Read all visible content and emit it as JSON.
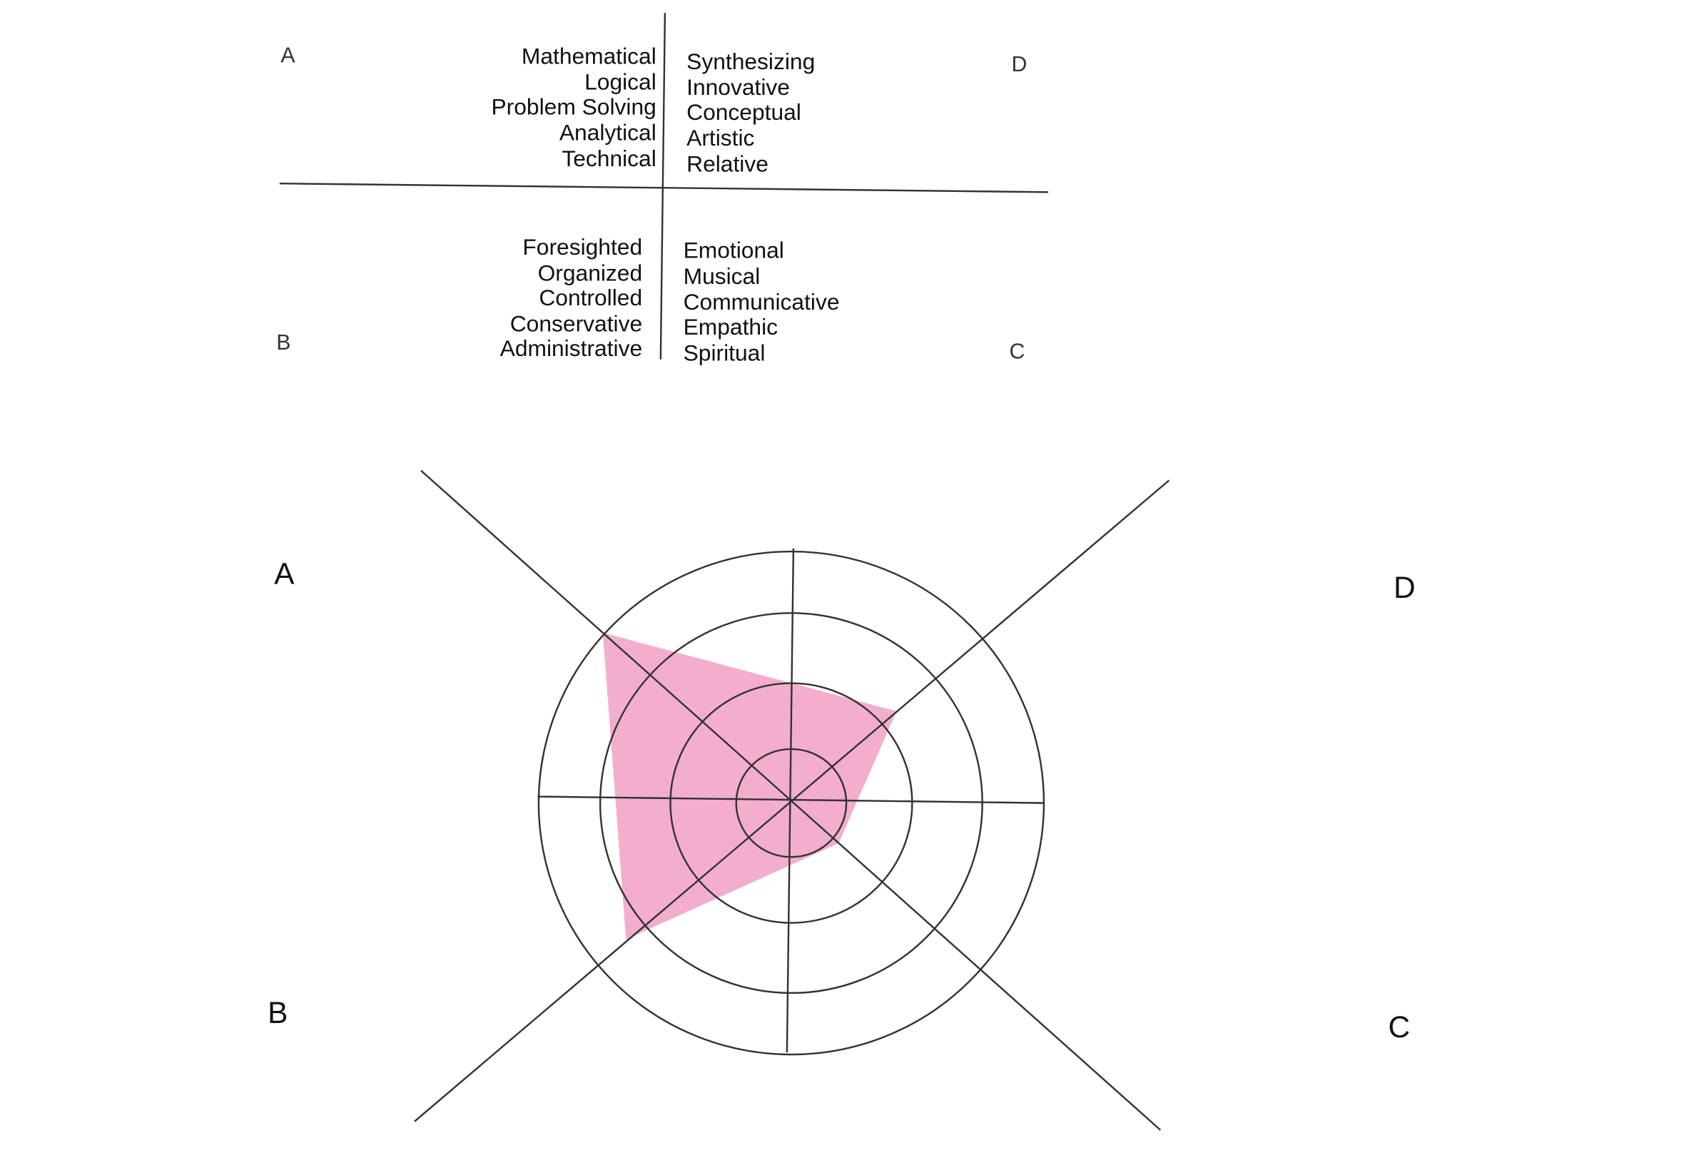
{
  "quadrant_key": {
    "corner_labels": {
      "A": "A",
      "B": "B",
      "C": "C",
      "D": "D"
    },
    "A_words": [
      "Mathematical",
      "Logical",
      "Problem Solving",
      "Analytical",
      "Technical"
    ],
    "D_words": [
      "Synthesizing",
      "Innovative",
      "Conceptual",
      "Artistic",
      "Relative"
    ],
    "B_words": [
      "Foresighted",
      "Organized",
      "Controlled",
      "Conservative",
      "Administrative"
    ],
    "C_words": [
      "Emotional",
      "Musical",
      "Communicative",
      "Empathic",
      "Spiritual"
    ]
  },
  "chart_data": {
    "type": "radar",
    "axes": [
      "A",
      "D",
      "C",
      "B"
    ],
    "axis_labels": {
      "A": "A",
      "B": "B",
      "C": "C",
      "D": "D"
    },
    "rings": [
      1,
      2,
      3,
      4
    ],
    "values": {
      "A": 4,
      "D": 2.25,
      "C": 1.13,
      "B": 3.4
    },
    "range": [
      0,
      4
    ],
    "fill_color": "#f2a7c9"
  }
}
